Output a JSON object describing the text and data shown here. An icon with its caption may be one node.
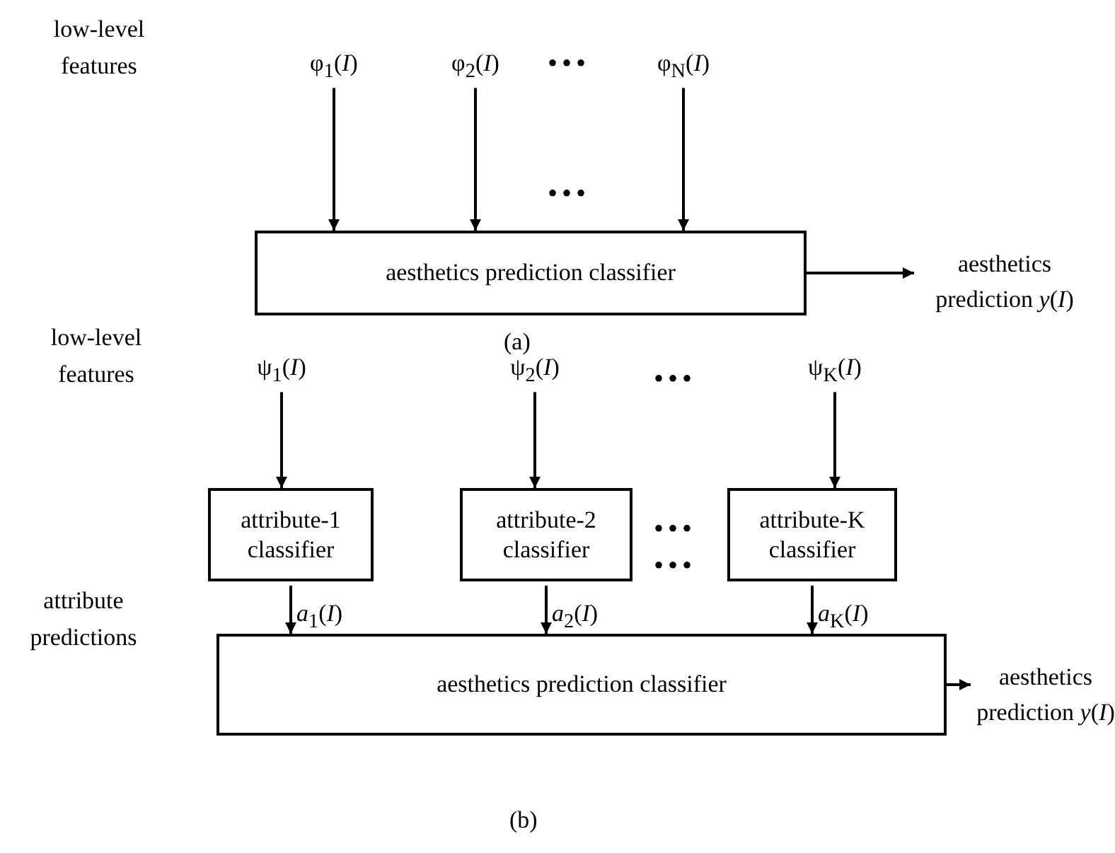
{
  "diagram": {
    "nodes": [
      {
        "text": [
          "φ$_{1}$(*I*)"
        ]
      },
      {
        "text": [
          "φ$_{2}$(*I*)"
        ]
      },
      {
        "text": [
          "φ$_{N}$(*I*)"
        ]
      },
      {
        "text": [
          "aesthetics prediction classifier"
        ]
      },
      {
        "text": [
          "aesthetics prediction *y*(*I*)"
        ]
      },
      {
        "text": [
          "ψ$_{1}$(*I*)"
        ]
      },
      {
        "text": [
          "ψ$_{2}$(*I*)"
        ]
      },
      {
        "text": [
          "ψ$_{K}$(*I*)"
        ]
      },
      {
        "text": [
          "attribute-1 classifier"
        ]
      },
      {
        "text": [
          "attribute-2 classifier"
        ]
      },
      {
        "text": [
          "attribute-K classifier"
        ]
      },
      {
        "text": [
          "aesthetics prediction classifier"
        ]
      },
      {
        "text": [
          "aesthetics prediction *y*(*I*)"
        ]
      }
    ],
    "edges": [
      {
        "from": 0,
        "to": 3,
        "arrow": "to"
      },
      {
        "from": 1,
        "to": 3,
        "arrow": "to"
      },
      {
        "from": 2,
        "to": 3,
        "arrow": "to"
      },
      {
        "from": 3,
        "to": 4,
        "arrow": "to"
      },
      {
        "from": 5,
        "to": 8,
        "arrow": "to"
      },
      {
        "from": 6,
        "to": 9,
        "arrow": "to"
      },
      {
        "from": 7,
        "to": 10,
        "arrow": "to"
      },
      {
        "from": 8,
        "to": 11,
        "arrow": "to",
        "label": "*a*$_{1}$(*I*)"
      },
      {
        "from": 9,
        "to": 11,
        "arrow": "to",
        "label": "*a*$_{2}$(*I*)"
      },
      {
        "from": 10,
        "to": 11,
        "arrow": "to",
        "label": "*a*$_{K}$(*I*)"
      },
      {
        "from": 11,
        "to": 12,
        "arrow": "to"
      }
    ],
    "labels": [
      "low-level features",
      "•••",
      "•••",
      "(a)",
      "low-level features",
      "•••",
      "•••",
      "•••",
      "attribute predictions",
      "(b)"
    ]
  }
}
